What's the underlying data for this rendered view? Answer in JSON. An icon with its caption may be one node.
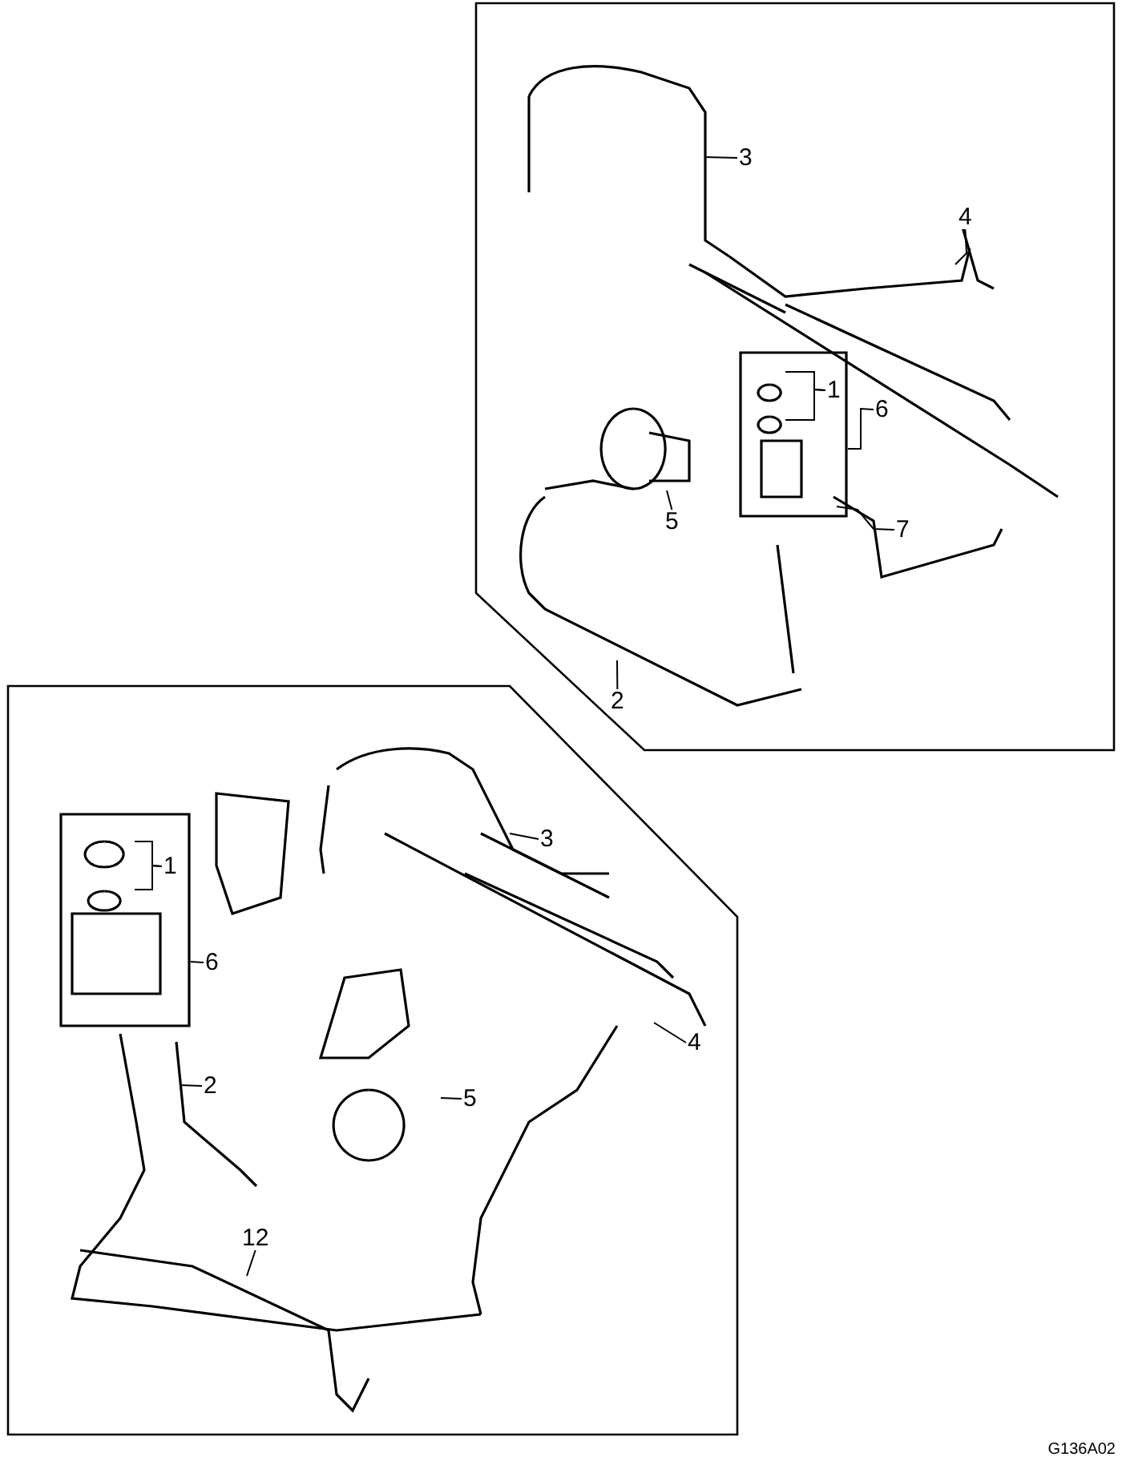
{
  "diagram": {
    "nodes": [
      {
        "text": [],
        "shape": "box"
      },
      {
        "text": [
          "3"
        ],
        "in": 0
      },
      {
        "text": [
          "4"
        ],
        "in": 0
      },
      {
        "text": [
          "1"
        ],
        "in": 0
      },
      {
        "text": [
          "6"
        ],
        "in": 0
      },
      {
        "text": [
          "5"
        ],
        "in": 0
      },
      {
        "text": [
          "7"
        ],
        "in": 0
      },
      {
        "text": [
          "2"
        ],
        "in": 0
      },
      {
        "text": [],
        "shape": "box"
      },
      {
        "text": [
          "3"
        ],
        "in": 8
      },
      {
        "text": [
          "1"
        ],
        "in": 8
      },
      {
        "text": [
          "6"
        ],
        "in": 8
      },
      {
        "text": [
          "4"
        ],
        "in": 8
      },
      {
        "text": [
          "2"
        ],
        "in": 8
      },
      {
        "text": [
          "5"
        ],
        "in": 8
      },
      {
        "text": [
          "12"
        ],
        "in": 8
      }
    ],
    "edges": [
      {
        "from": 1,
        "to": null,
        "arrow": "none"
      },
      {
        "from": 2,
        "to": null,
        "arrow": "none"
      },
      {
        "from": 3,
        "to": null,
        "arrow": "none"
      },
      {
        "from": 3,
        "to": null,
        "arrow": "none"
      },
      {
        "from": 4,
        "to": null,
        "arrow": "none"
      },
      {
        "from": 5,
        "to": null,
        "arrow": "none"
      },
      {
        "from": 6,
        "to": null,
        "arrow": "none"
      },
      {
        "from": 7,
        "to": null,
        "arrow": "none"
      },
      {
        "from": 9,
        "to": null,
        "arrow": "none"
      },
      {
        "from": 10,
        "to": null,
        "arrow": "none"
      },
      {
        "from": 10,
        "to": null,
        "arrow": "none"
      },
      {
        "from": 11,
        "to": null,
        "arrow": "none"
      },
      {
        "from": 12,
        "to": null,
        "arrow": "none"
      },
      {
        "from": 13,
        "to": null,
        "arrow": "none"
      },
      {
        "from": 14,
        "to": null,
        "arrow": "none"
      },
      {
        "from": 15,
        "to": null,
        "arrow": "none"
      }
    ],
    "labels": [
      "G136A02"
    ]
  }
}
